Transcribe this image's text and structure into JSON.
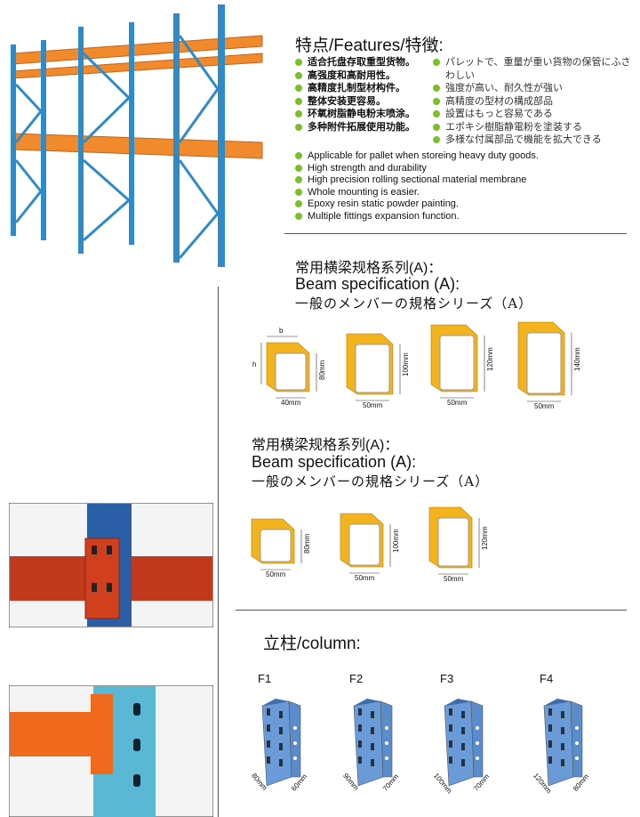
{
  "features": {
    "title": "特点/Features/特徴:",
    "zh": [
      "适合托盘存取重型货物。",
      "高强度和高耐用性。",
      "高精度扎制型材构件。",
      "整体安装更容易。",
      "环氧树脂静电粉末喷涂。",
      "多种附件拓展使用功能。"
    ],
    "ja": [
      "パレットで、重量が重い貨物の保管にふさわしい",
      "強度が高い、耐久性が強い",
      "高精度の型材の構成部品",
      "設置はもっと容易である",
      "エポキシ樹脂静電粉を塗装する",
      "多様な付属部品で機能を拡大できる"
    ],
    "en": [
      "Applicable for pallet when storeing heavy duty goods.",
      "High strength and durability",
      "High precision rolling sectional material membrane",
      "Whole mounting is easier.",
      "Epoxy resin static powder painting.",
      "Multiple fittings expansion function."
    ],
    "bullet_color": "#7cbd2a"
  },
  "beam1": {
    "zh": "常用横梁规格系列(A)：",
    "en": "Beam specification (A):",
    "ja": "一般のメンバーの規格シリーズ（A）",
    "labels": {
      "b": "b",
      "h": "h"
    },
    "items": [
      {
        "width": "40mm",
        "height": "80mm"
      },
      {
        "width": "50mm",
        "height": "100mm"
      },
      {
        "width": "50mm",
        "height": "120mm"
      },
      {
        "width": "50mm",
        "height": "140mm"
      }
    ]
  },
  "beam2": {
    "zh": "常用横梁规格系列(A)：",
    "en": "Beam specification (A):",
    "ja": "一般のメンバーの規格シリーズ（A）",
    "items": [
      {
        "width": "50mm",
        "height": "80mm"
      },
      {
        "width": "50mm",
        "height": "100mm"
      },
      {
        "width": "50mm",
        "height": "120mm"
      }
    ]
  },
  "column": {
    "title": "立柱/column:",
    "items": [
      {
        "name": "F1",
        "a": "80mm",
        "b": "60mm"
      },
      {
        "name": "F2",
        "a": "90mm",
        "b": "70mm"
      },
      {
        "name": "F3",
        "a": "100mm",
        "b": "70mm"
      },
      {
        "name": "F4",
        "a": "120mm",
        "b": "80mm"
      }
    ]
  },
  "colors": {
    "upright": "#2e8bc9",
    "beam": "#f08a2c",
    "profile": "#f2b31c",
    "column": "#6a9bd8"
  }
}
